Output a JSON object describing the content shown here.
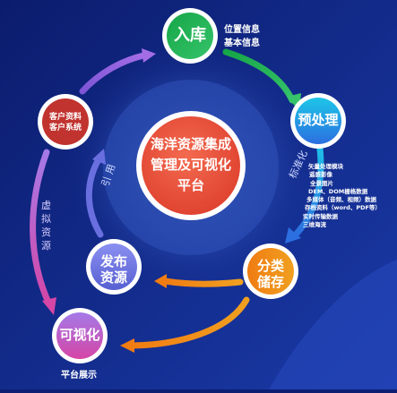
{
  "center": {
    "lines": [
      "海洋资源集成",
      "管理及可视化",
      "平台"
    ]
  },
  "nodes": {
    "ingest": {
      "label": "入库",
      "color": "#1fa24a"
    },
    "preprocess": {
      "label": "预处理",
      "color": "#1e7fdc"
    },
    "classify": {
      "lines": [
        "分类",
        "储存"
      ],
      "color": "#f07c12"
    },
    "publish": {
      "lines": [
        "发布",
        "资源"
      ],
      "color": "#5a61cf"
    },
    "visualize": {
      "label": "可视化",
      "color": "#d1318a"
    },
    "customer": {
      "lines": [
        "客户资料",
        "客户系统"
      ],
      "color": "#c0332f"
    }
  },
  "annotations": {
    "ingest_info": [
      "位置信息",
      "基本信息"
    ],
    "standardize": [
      "标",
      "准",
      "化"
    ],
    "cite": [
      "引",
      "用"
    ],
    "virtual": [
      "虚",
      "拟",
      "资",
      "源"
    ],
    "platform_show": "平台展示",
    "data_list": [
      "矢量处理模块",
      "遥感影像",
      "全景图片",
      "DEM、DOM栅格数据",
      "多媒体（音频、视频）数据",
      "存档资料（word、PDF等）",
      "实时传输数据",
      "三维海流"
    ]
  }
}
